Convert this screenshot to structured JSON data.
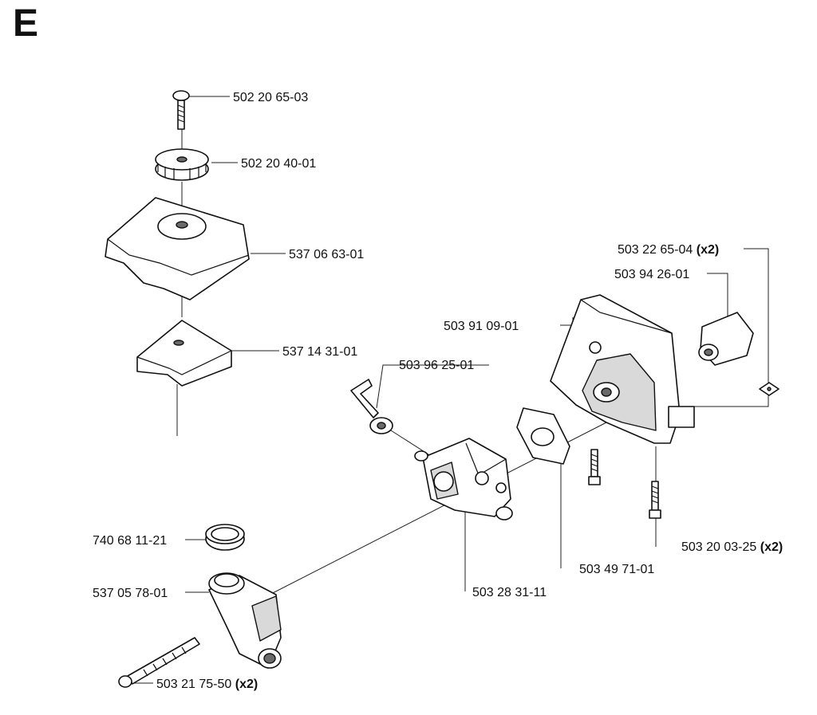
{
  "section_letter": "E",
  "parts": {
    "p1": {
      "number": "502 20 65-03",
      "qty": ""
    },
    "p2": {
      "number": "502 20 40-01",
      "qty": ""
    },
    "p3": {
      "number": "537 06 63-01",
      "qty": ""
    },
    "p4": {
      "number": "537 14 31-01",
      "qty": ""
    },
    "p5": {
      "number": "503 22 65-04",
      "qty": "(x2)"
    },
    "p6": {
      "number": "503 94 26-01",
      "qty": ""
    },
    "p7": {
      "number": "503 91 09-01",
      "qty": ""
    },
    "p8": {
      "number": "503 96 25-01",
      "qty": ""
    },
    "p9": {
      "number": "740 68 11-21",
      "qty": ""
    },
    "p10": {
      "number": "537 05 78-01",
      "qty": ""
    },
    "p11": {
      "number": "503 28 31-11",
      "qty": ""
    },
    "p12": {
      "number": "503 49 71-01",
      "qty": ""
    },
    "p13": {
      "number": "503 20 03-25",
      "qty": "(x2)"
    },
    "p14": {
      "number": "503 21 75-50",
      "qty": "(x2)"
    }
  }
}
